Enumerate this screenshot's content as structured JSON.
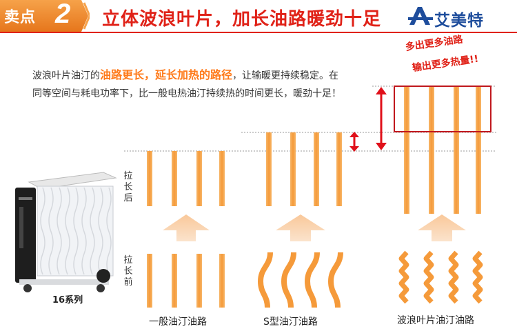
{
  "header": {
    "badge_label": "卖点",
    "badge_number": "2",
    "headline": "立体波浪叶片，加长油路暖劲十足",
    "brand_name": "艾美特",
    "brand_color": "#1e4d9c",
    "accent_color": "#e02218",
    "badge_color": "#f08a24"
  },
  "description": {
    "part1": "波浪叶片油汀的",
    "highlight": "油路更长，延长加热的路径",
    "part2": "，让输暖更持续稳定。在同等空间与耗电功率下，比一般电热油汀持续热的时间更长，暖劲十足！"
  },
  "callout": {
    "line1": "多出更多油路",
    "line2": "输出更多热量!!"
  },
  "labels": {
    "after": [
      "拉",
      "长",
      "后"
    ],
    "before": [
      "拉",
      "长",
      "前"
    ]
  },
  "captions": {
    "general": "一般油汀油路",
    "s_type": "S型油汀油路",
    "wave": "波浪叶片油汀油路",
    "heater_model": "16系列"
  },
  "colors": {
    "pipe_orange": "#f5a64a",
    "arrow_peach": "#f9cfa4",
    "dim_red": "#e0101a"
  }
}
